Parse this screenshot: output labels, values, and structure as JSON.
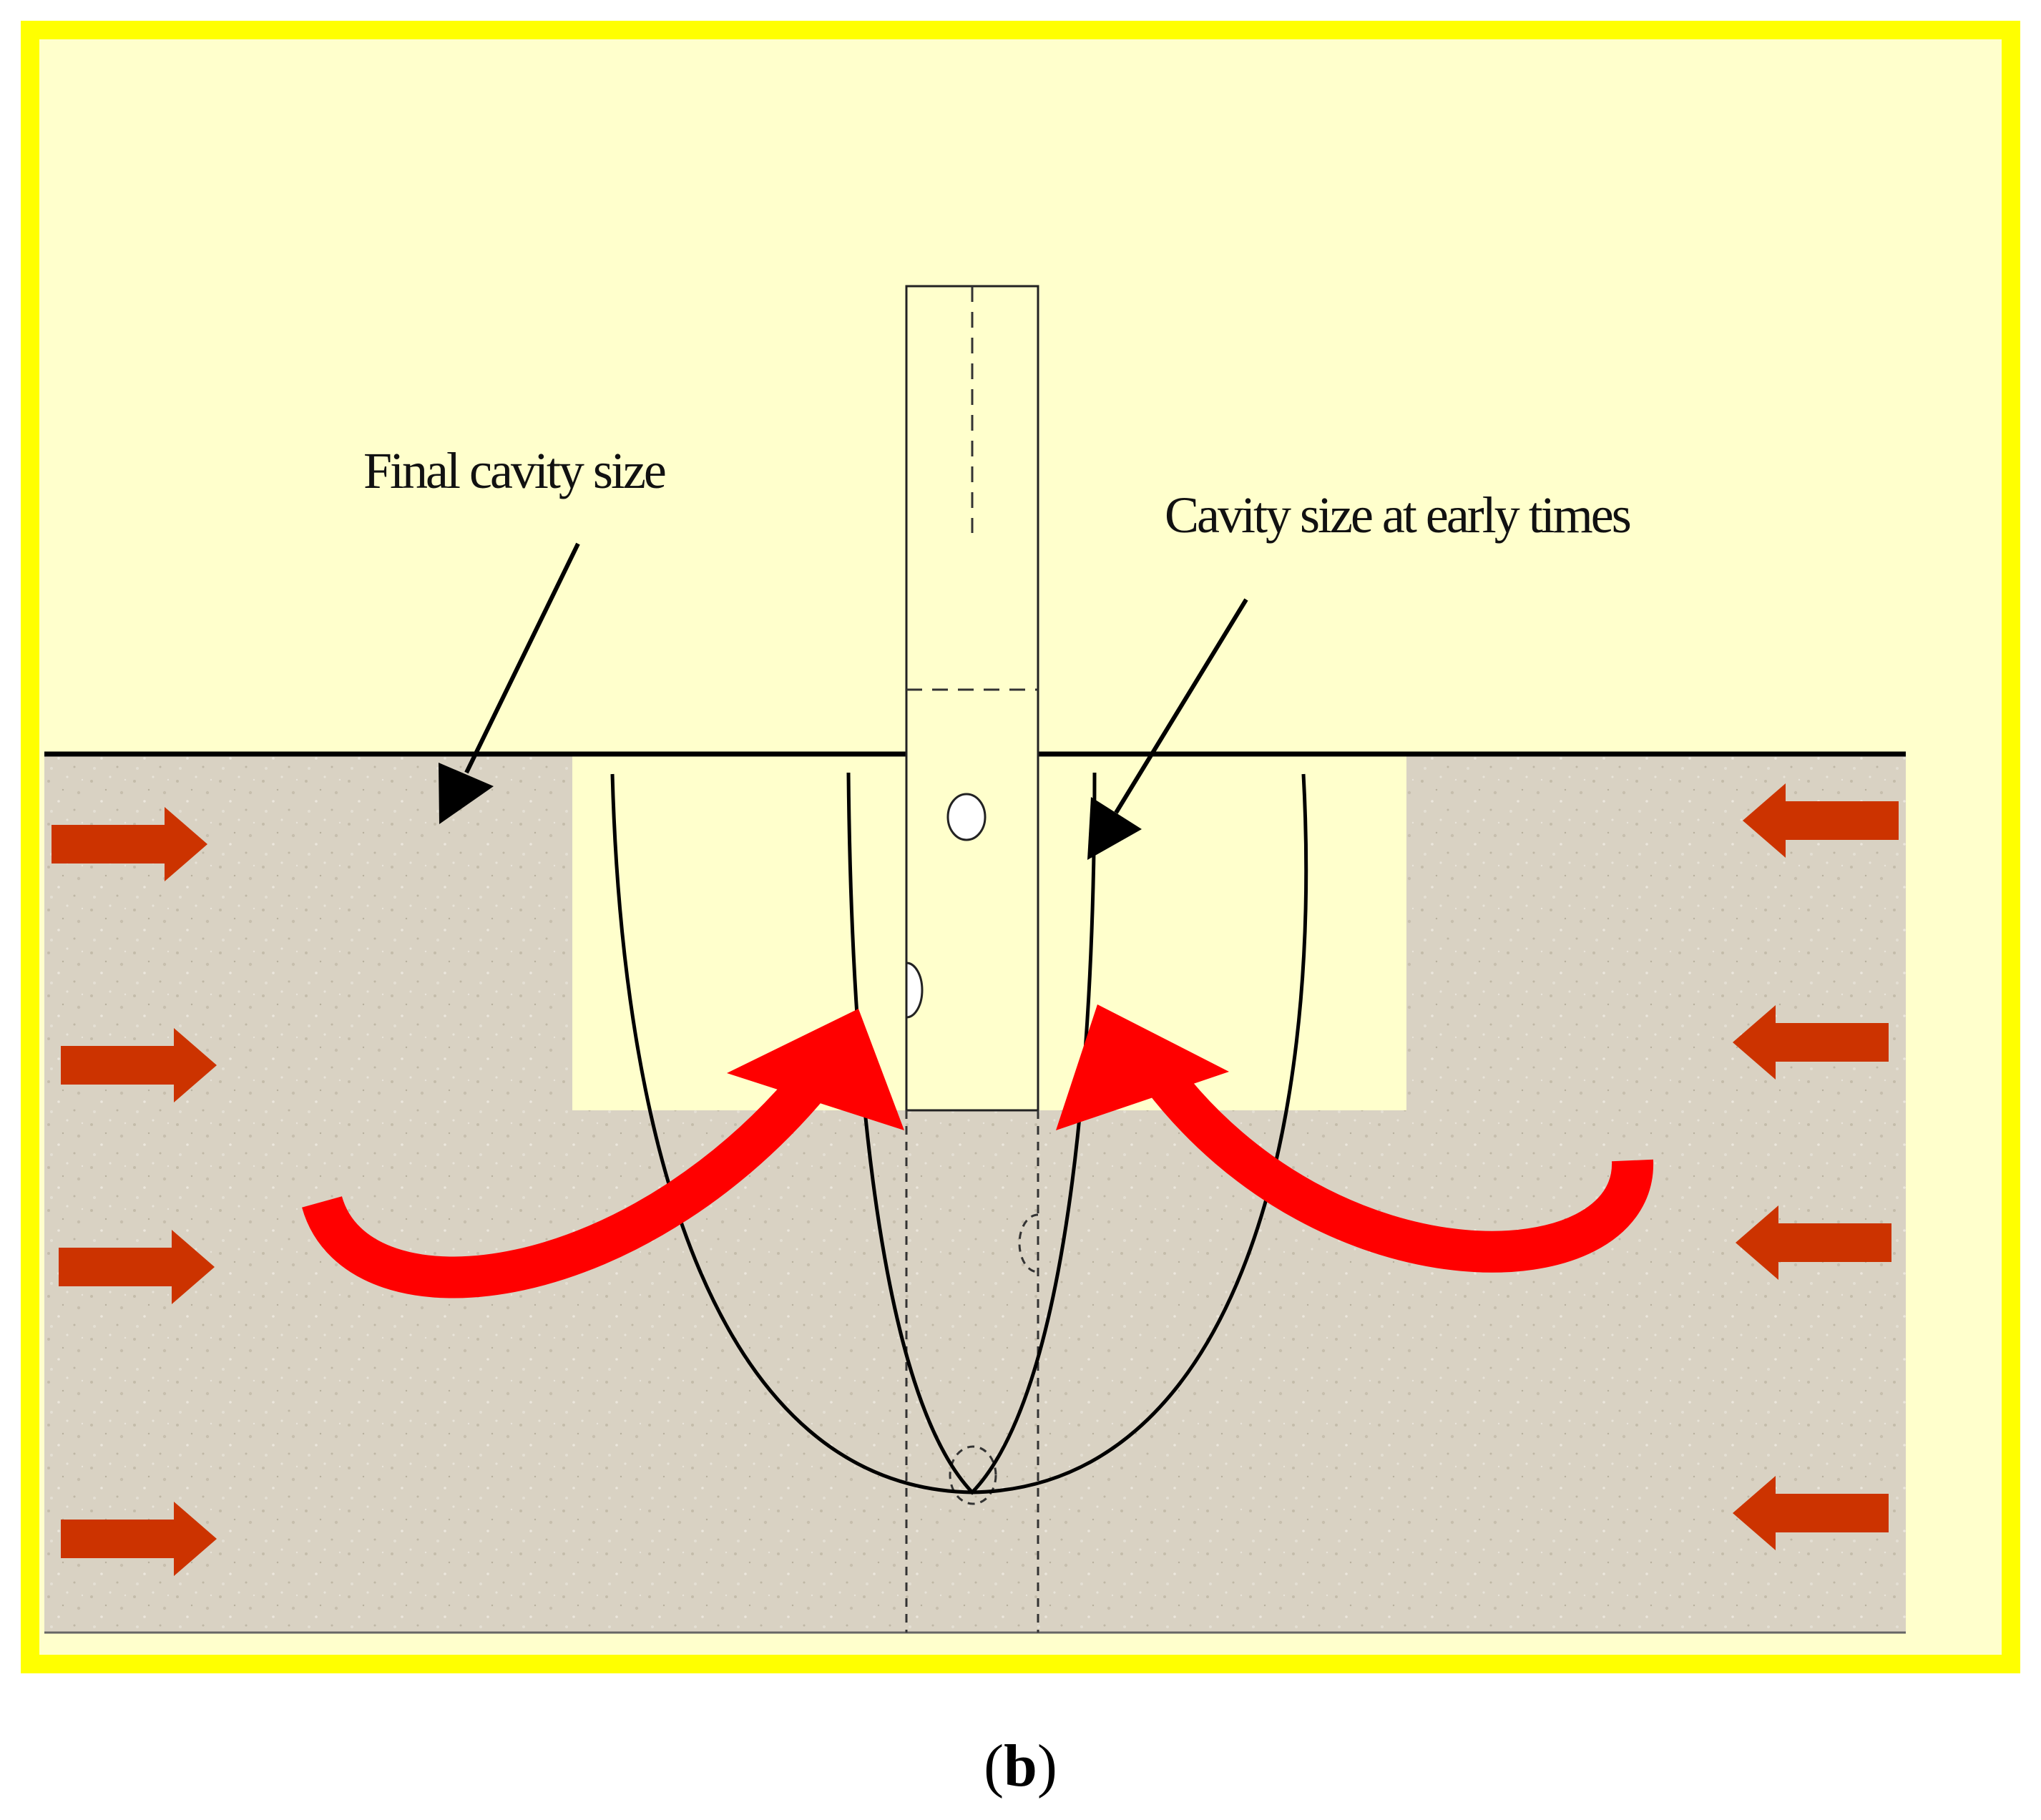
{
  "labels": {
    "final_cavity": "Final cavity size",
    "early_cavity": "Cavity size at early times"
  },
  "caption": {
    "open": "(",
    "letter": "b",
    "close": ")"
  },
  "colors": {
    "frame": "#ffff00",
    "background": "#ffffcc",
    "soil": "#d8d2c4",
    "flow_arrow": "#ff0000",
    "pressure_arrow": "#cc3300"
  }
}
